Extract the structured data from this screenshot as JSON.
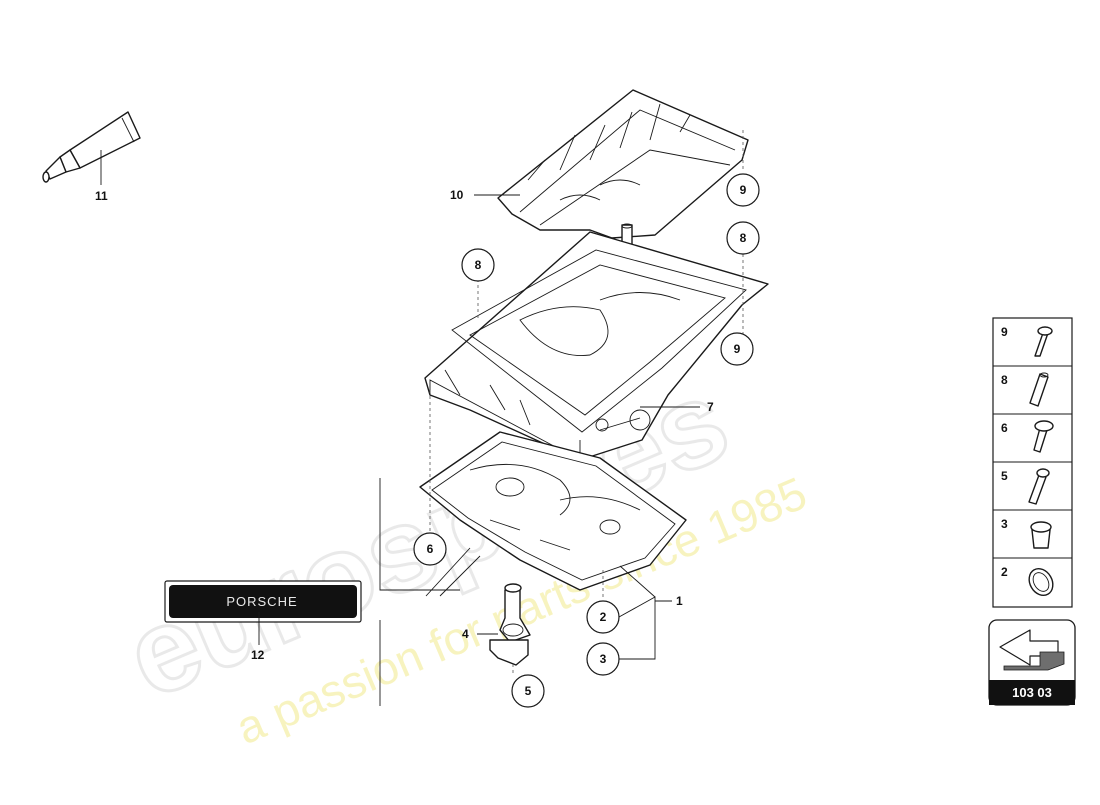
{
  "watermark": {
    "logo": "eurospares",
    "tagline": "a passion for parts since 1985"
  },
  "badge": {
    "text": "PORSCHE"
  },
  "callouts": {
    "c1": "1",
    "c2": "2",
    "c3": "3",
    "c4": "4",
    "c5": "5",
    "c6": "6",
    "c7": "7",
    "c8a": "8",
    "c8b": "8",
    "c9a": "9",
    "c9b": "9",
    "c10": "10",
    "c11": "11",
    "c12": "12"
  },
  "legend": {
    "items": [
      "9",
      "8",
      "6",
      "5",
      "3",
      "2"
    ]
  },
  "page_ref": {
    "code": "103 03"
  }
}
